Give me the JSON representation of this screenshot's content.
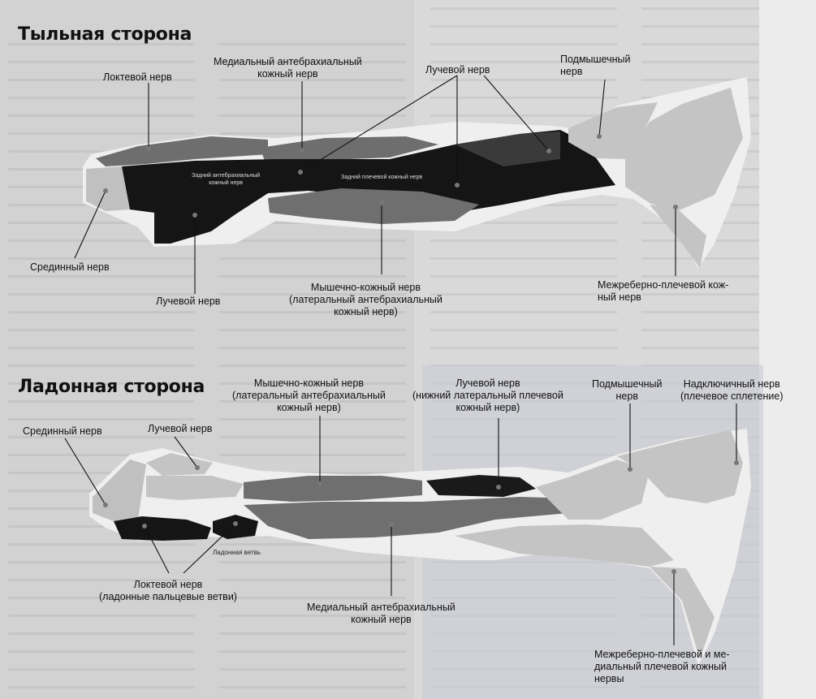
{
  "dorsal": {
    "title": "Тыльная сторона",
    "labels": {
      "ulnar": "Локтевой нерв",
      "medial_cutaneous": "Медиальный антебрахиальный\nкожный нерв",
      "radial_top": "Лучевой нерв",
      "axillary": "Подмышечный\nнерв",
      "median": "Срединный нерв",
      "radial_bottom": "Лучевой нерв",
      "musculocutaneous": "Мышечно-кожный нерв\n(латеральный антебрахиальный\nкожный нерв)",
      "intercostobrachial": "Межреберно-плечевой кож-\nный нерв",
      "posterior_antebrachial": "Задний антебрахиальный\nкожный нерв",
      "posterior_brachial": "Задний плечевой кожный нерв"
    }
  },
  "palmar": {
    "title": "Ладонная сторона",
    "labels": {
      "median": "Срединный нерв",
      "radial": "Лучевой нерв",
      "musculocutaneous": "Мышечно-кожный нерв\n(латеральный антебрахиальный\nкожный нерв)",
      "radial_lower_lateral": "Лучевой нерв\n(нижний латеральный плечевой\nкожный нерв)",
      "axillary": "Подмышечный\nнерв",
      "supraclavicular": "Надключичный нерв\n(плечевое сплетение)",
      "palmar_branch": "Ладонная ветвь",
      "ulnar": "Локтевой нерв\n(ладонные пальцевые ветви)",
      "medial_cutaneous": "Медиальный антебрахиальный\nкожный нерв",
      "intercostobrachial_medial": "Межреберно-плечевой и ме-\nдиальный плечевой кожный\nнервы"
    }
  },
  "colors": {
    "paper": "#d4d4d4",
    "light": "#c2c2c2",
    "mid": "#6f6f6f",
    "dark": "#141414",
    "outline": "#f2f2f2",
    "ink": "#111111"
  }
}
